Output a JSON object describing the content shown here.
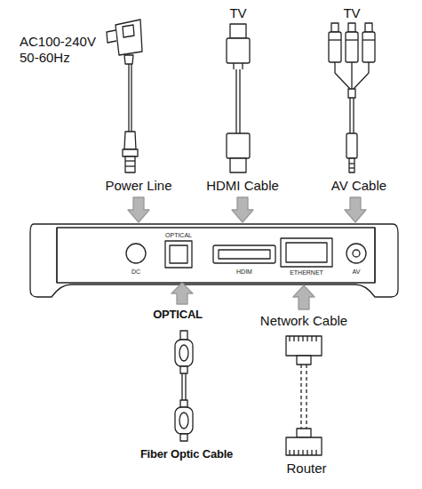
{
  "diagram": {
    "labels": [
      "AC100-240V 50-60Hz",
      "TV",
      "TV",
      "Power Line",
      "HDMI Cable",
      "AV Cable",
      "OPTICAL",
      "DC",
      "HDIM",
      "ETHERNET",
      "AV",
      "OPTICAL",
      "Network Cable",
      "Fiber Optic Cable",
      "Router"
    ]
  }
}
